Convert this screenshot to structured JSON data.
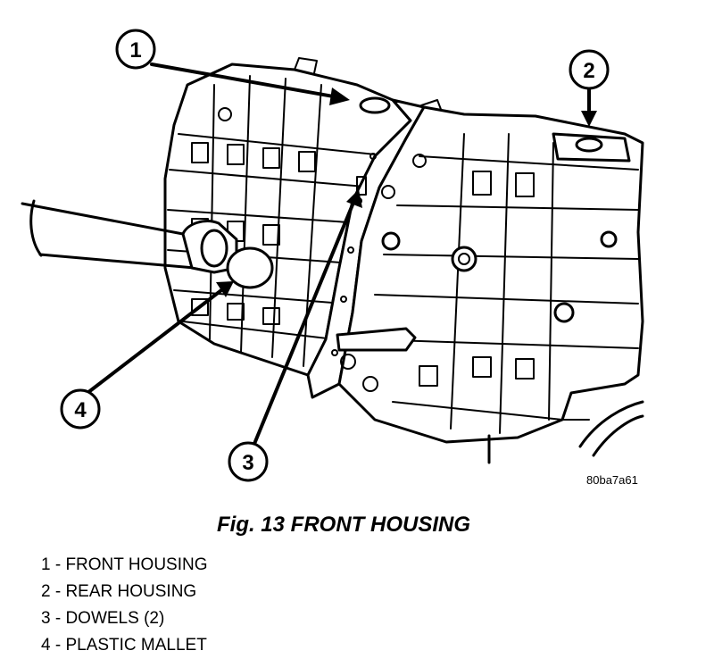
{
  "callouts": [
    {
      "number": "1",
      "label": "FRONT HOUSING"
    },
    {
      "number": "2",
      "label": "REAR HOUSING"
    },
    {
      "number": "3",
      "label": "DOWELS (2)"
    },
    {
      "number": "4",
      "label": "PLASTIC MALLET"
    }
  ],
  "image_code": "80ba7a61",
  "caption": "Fig. 13 FRONT HOUSING",
  "legend": [
    "1 - FRONT HOUSING",
    "2 - REAR HOUSING",
    "3 - DOWELS (2)",
    "4 - PLASTIC MALLET"
  ]
}
